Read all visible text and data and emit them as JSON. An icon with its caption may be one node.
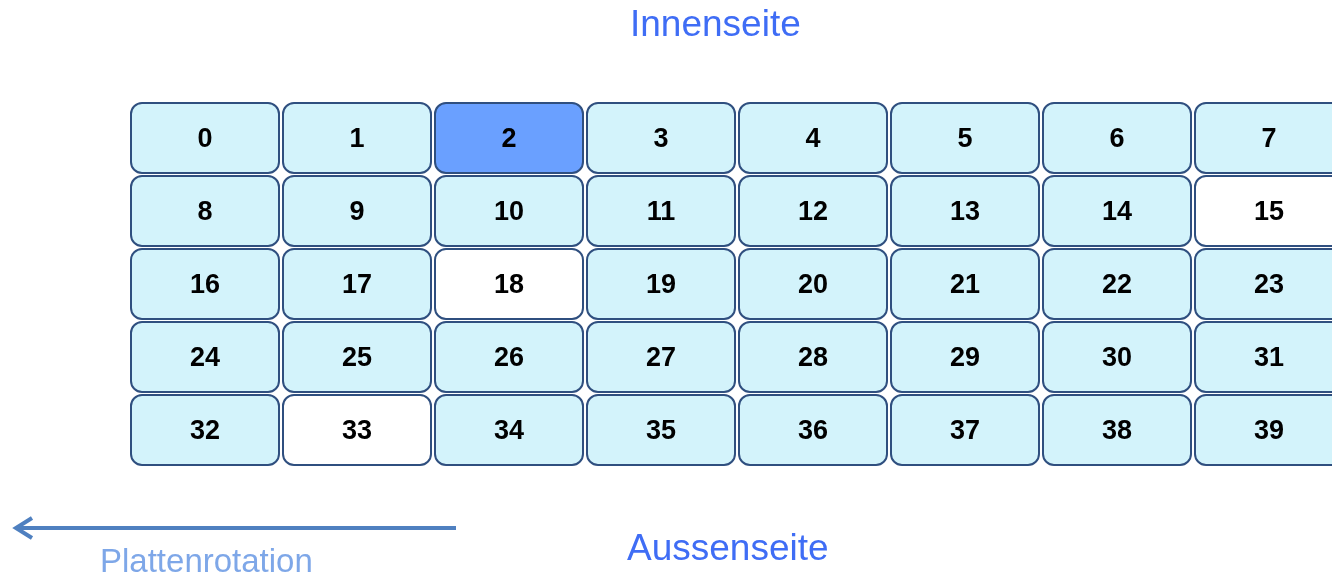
{
  "diagram": {
    "nodes": [
      {
        "text": [
          "0"
        ]
      },
      {
        "text": [
          "1"
        ]
      },
      {
        "text": [
          "2"
        ]
      },
      {
        "text": [
          "3"
        ]
      },
      {
        "text": [
          "4"
        ]
      },
      {
        "text": [
          "5"
        ]
      },
      {
        "text": [
          "6"
        ]
      },
      {
        "text": [
          "7"
        ]
      },
      {
        "text": [
          "8"
        ]
      },
      {
        "text": [
          "9"
        ]
      },
      {
        "text": [
          "10"
        ]
      },
      {
        "text": [
          "11"
        ]
      },
      {
        "text": [
          "12"
        ]
      },
      {
        "text": [
          "13"
        ]
      },
      {
        "text": [
          "14"
        ]
      },
      {
        "text": [
          "15"
        ]
      },
      {
        "text": [
          "16"
        ]
      },
      {
        "text": [
          "17"
        ]
      },
      {
        "text": [
          "18"
        ]
      },
      {
        "text": [
          "19"
        ]
      },
      {
        "text": [
          "20"
        ]
      },
      {
        "text": [
          "21"
        ]
      },
      {
        "text": [
          "22"
        ]
      },
      {
        "text": [
          "23"
        ]
      },
      {
        "text": [
          "24"
        ]
      },
      {
        "text": [
          "25"
        ]
      },
      {
        "text": [
          "26"
        ]
      },
      {
        "text": [
          "27"
        ]
      },
      {
        "text": [
          "28"
        ]
      },
      {
        "text": [
          "29"
        ]
      },
      {
        "text": [
          "30"
        ]
      },
      {
        "text": [
          "31"
        ]
      },
      {
        "text": [
          "32"
        ]
      },
      {
        "text": [
          "33"
        ]
      },
      {
        "text": [
          "34"
        ]
      },
      {
        "text": [
          "35"
        ]
      },
      {
        "text": [
          "36"
        ]
      },
      {
        "text": [
          "37"
        ]
      },
      {
        "text": [
          "38"
        ]
      },
      {
        "text": [
          "39"
        ]
      }
    ],
    "labels": [
      "Innenseite",
      "Aussenseite",
      "Plattenrotation"
    ]
  }
}
